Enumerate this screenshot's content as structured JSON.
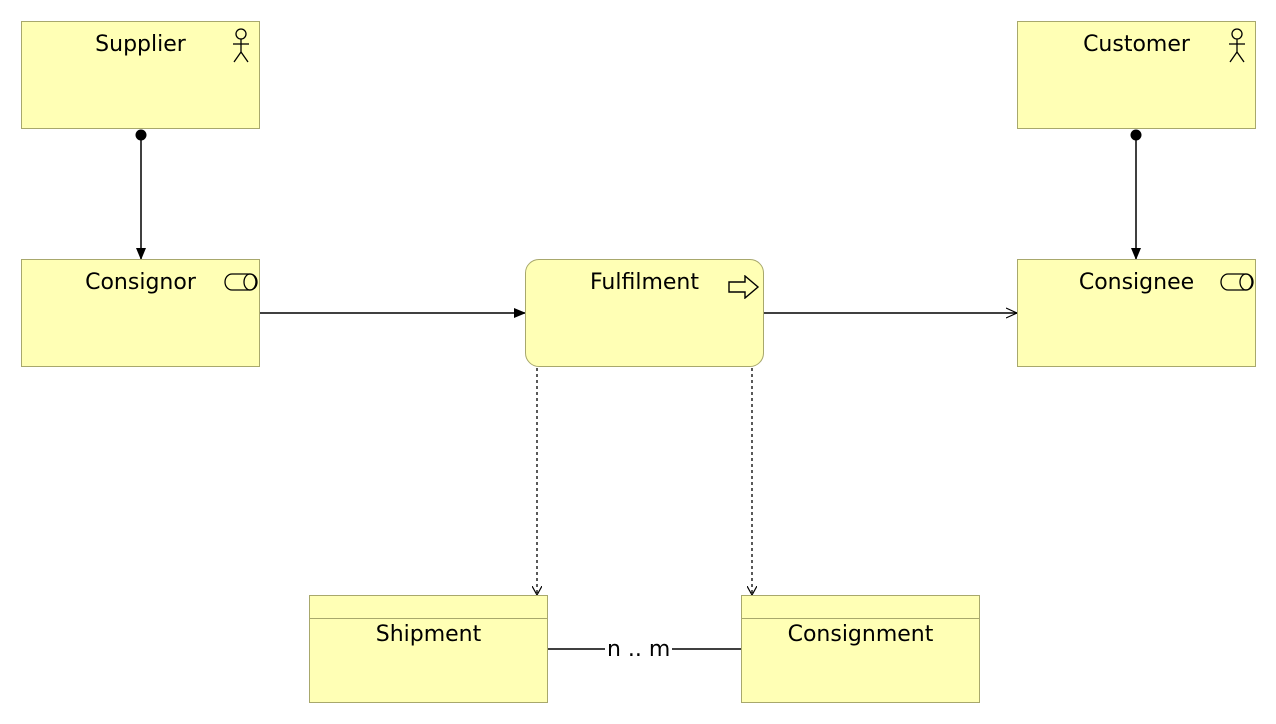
{
  "elements": {
    "supplier": {
      "label": "Supplier",
      "icon": "actor-icon"
    },
    "customer": {
      "label": "Customer",
      "icon": "actor-icon"
    },
    "consignor": {
      "label": "Consignor",
      "icon": "role-icon"
    },
    "fulfilment": {
      "label": "Fulfilment",
      "icon": "process-arrow-icon"
    },
    "consignee": {
      "label": "Consignee",
      "icon": "role-icon"
    },
    "shipment": {
      "label": "Shipment",
      "icon": "business-object"
    },
    "consignment": {
      "label": "Consignment",
      "icon": "business-object"
    }
  },
  "relationships": {
    "shipment_consignment": {
      "label": "n .. m"
    }
  },
  "colors": {
    "fill": "#ffffb5",
    "border": "#a8a86c",
    "line": "#000000"
  }
}
